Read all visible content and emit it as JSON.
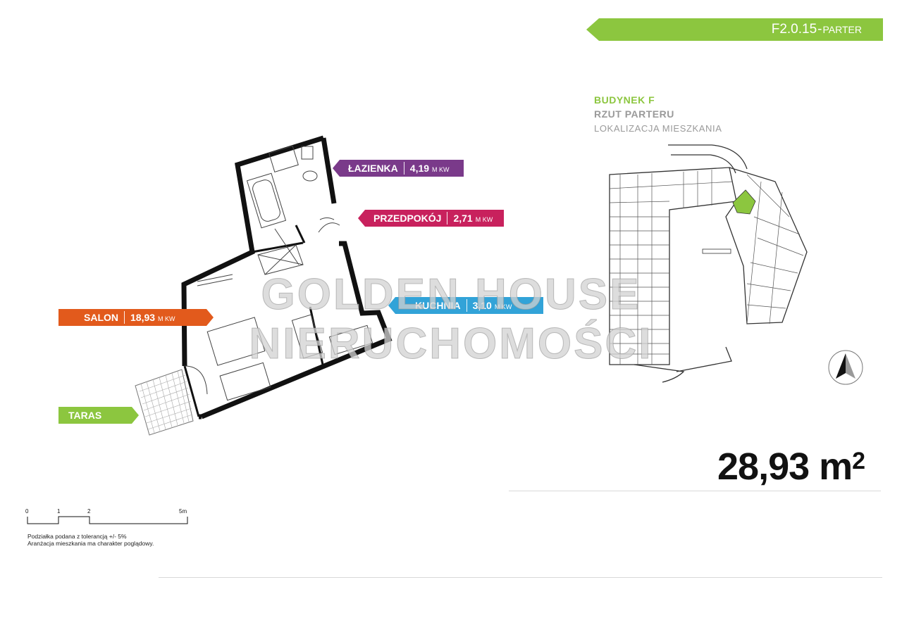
{
  "banner": {
    "code": "F2.0.15",
    "separator": "-",
    "level": "PARTER",
    "color": "#8cc63f"
  },
  "building": {
    "title": "BUDYNEK F",
    "subtitle": "RZUT PARTERU",
    "location": "LOKALIZACJA MIESZKANIA"
  },
  "rooms": {
    "lazienka": {
      "name": "ŁAZIENKA",
      "area": "4,19",
      "unit": "M KW",
      "color": "#7a3a8a"
    },
    "przedpokoj": {
      "name": "PRZEDPOKÓJ",
      "area": "2,71",
      "unit": "M KW",
      "color": "#c8215d"
    },
    "kuchnia": {
      "name": "KUCHNIA",
      "area": "3,10",
      "unit": "M KW",
      "color": "#32a3d8"
    },
    "salon": {
      "name": "SALON",
      "area": "18,93",
      "unit": "M KW",
      "color": "#e25a1c"
    },
    "taras": {
      "name": "TARAS",
      "color": "#8cc63f"
    }
  },
  "total_area": {
    "value": "28,93",
    "unit": "m",
    "superscript": "2"
  },
  "scale": {
    "ticks": [
      "0",
      "1",
      "2",
      "5m"
    ]
  },
  "notes": [
    "Podziałka podana z tolerancją +/- 5%",
    "Aranżacja mieszkania ma charakter poglądowy."
  ],
  "watermark": {
    "line1": "GOLDEN HOUSE",
    "line2": "NIERUCHOMOŚCI"
  }
}
